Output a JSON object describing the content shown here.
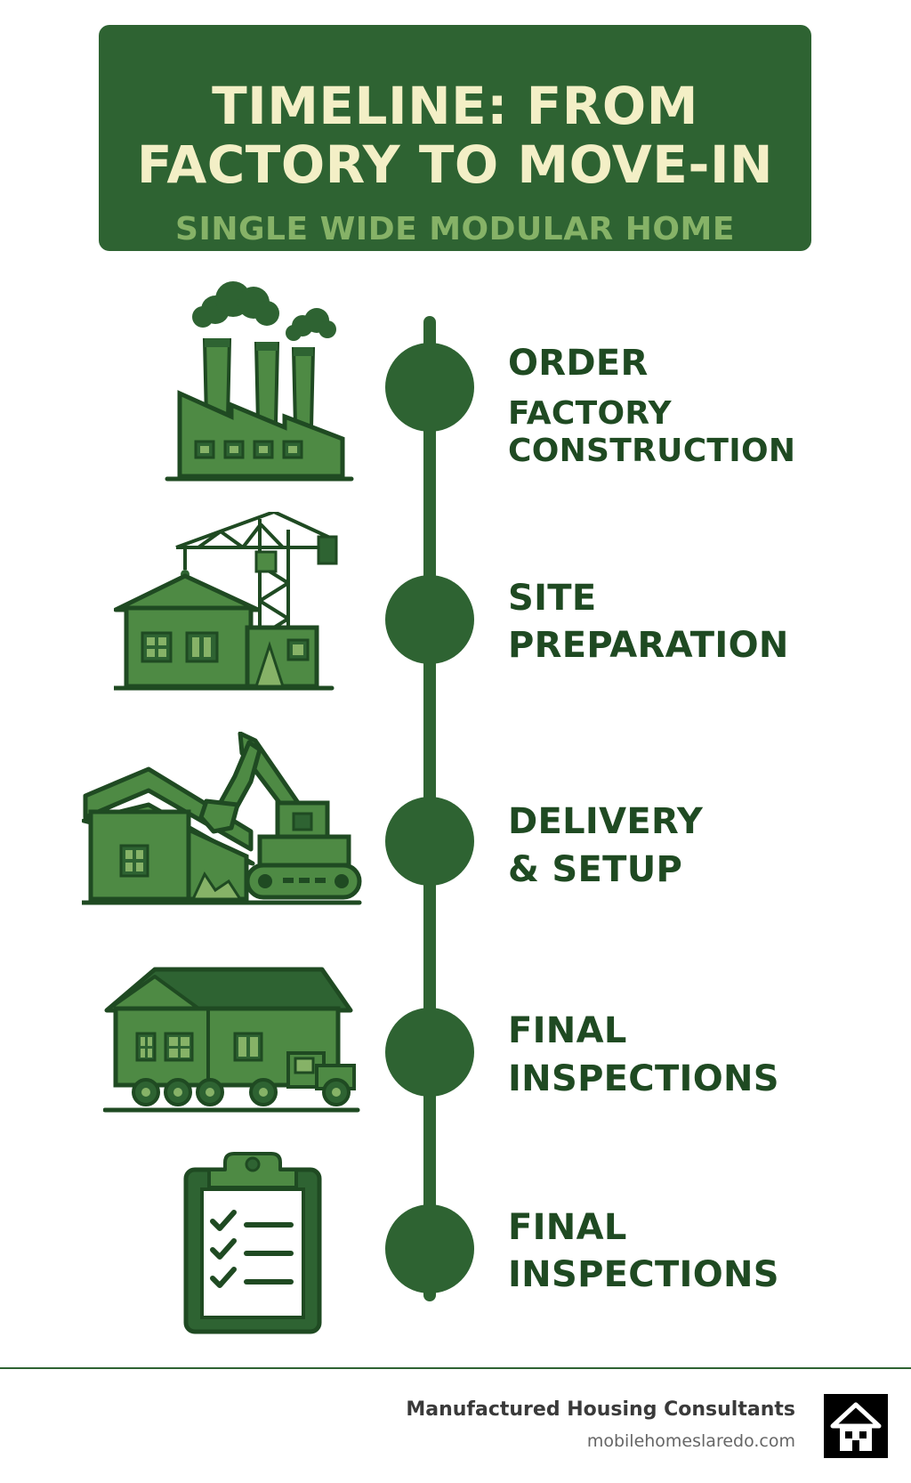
{
  "header": {
    "title_line1": "TIMELINE: FROM",
    "title_line2": "FACTORY TO MOVE-IN",
    "subtitle": "SINGLE WIDE MODULAR HOME"
  },
  "steps": [
    {
      "label": "ORDER",
      "sublabel_line1": "FACTORY",
      "sublabel_line2": "CONSTRUCTION",
      "icon": "factory-icon"
    },
    {
      "label_line1": "SITE",
      "label_line2": "PREPARATION",
      "icon": "construction-crane-icon"
    },
    {
      "label_line1": "DELIVERY",
      "label_line2": "& SETUP",
      "icon": "excavator-icon"
    },
    {
      "label_line1": "FINAL",
      "label_line2": "INSPECTIONS",
      "icon": "house-truck-icon"
    },
    {
      "label_line1": "FINAL",
      "label_line2": "INSPECTIONS",
      "icon": "clipboard-checklist-icon"
    }
  ],
  "footer": {
    "company": "Manufactured Housing Consultants",
    "url": "mobilehomeslaredo.com",
    "logo_icon": "house-logo-icon"
  },
  "colors": {
    "dark_green": "#2e6332",
    "text_green": "#1f4a22",
    "mid_green": "#4e8a44",
    "light_green": "#86b267",
    "cream": "#f3efc6"
  }
}
